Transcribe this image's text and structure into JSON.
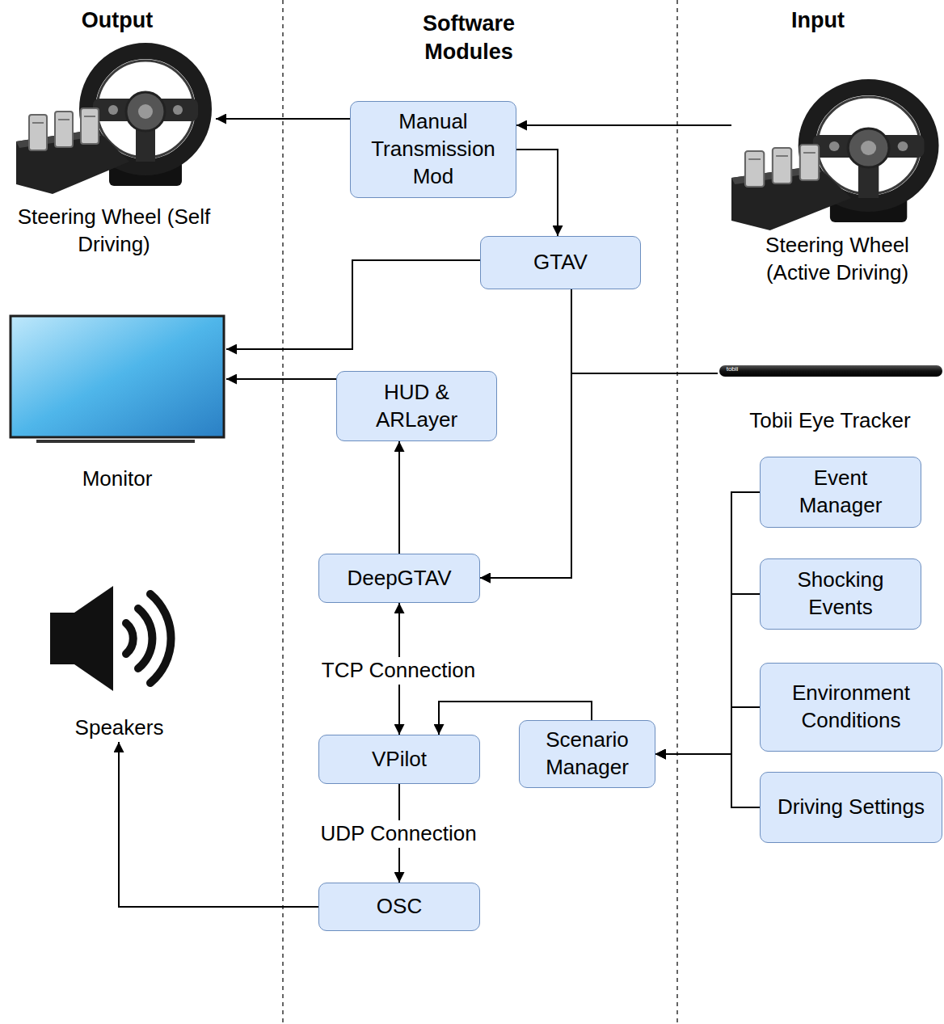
{
  "diagram": {
    "nodes": [
      {
        "text": [
          "Steering Wheel (Self Driving)"
        ]
      },
      {
        "text": [
          "Manual Transmission Mod"
        ]
      },
      {
        "text": [
          "Steering Wheel (Active Driving)"
        ]
      },
      {
        "text": [
          "GTAV"
        ]
      },
      {
        "text": [
          "Monitor"
        ]
      },
      {
        "text": [
          "HUD & ARLayer"
        ]
      },
      {
        "text": [
          "Tobii Eye Tracker"
        ]
      },
      {
        "text": [
          "Event Manager"
        ]
      },
      {
        "text": [
          "DeepGTAV"
        ]
      },
      {
        "text": [
          "Shocking Events"
        ]
      },
      {
        "text": [
          "Speakers"
        ]
      },
      {
        "text": [
          "VPilot"
        ]
      },
      {
        "text": [
          "Scenario Manager"
        ]
      },
      {
        "text": [
          "Environment Conditions"
        ]
      },
      {
        "text": [
          "Driving Settings"
        ]
      },
      {
        "text": [
          "OSC"
        ]
      }
    ],
    "edges": [
      {
        "from": 2,
        "to": 1,
        "arrow": "to"
      },
      {
        "from": 1,
        "to": 0,
        "arrow": "to"
      },
      {
        "from": 1,
        "to": 3,
        "arrow": "to"
      },
      {
        "from": 3,
        "to": 4,
        "arrow": "to"
      },
      {
        "from": 5,
        "to": 4,
        "arrow": "to"
      },
      {
        "from": 3,
        "to": 8,
        "arrow": "to"
      },
      {
        "from": 6,
        "to": 8,
        "arrow": "to"
      },
      {
        "from": 8,
        "to": 5,
        "arrow": "to"
      },
      {
        "from": 8,
        "to": 11,
        "label": "TCP Connection",
        "arrow": "both"
      },
      {
        "from": 12,
        "to": 11,
        "arrow": "to"
      },
      {
        "from": 11,
        "to": 15,
        "label": "UDP Connection",
        "arrow": "to"
      },
      {
        "from": 15,
        "to": 10,
        "arrow": "to"
      },
      {
        "from": 7,
        "to": 12,
        "arrow": "to"
      },
      {
        "from": 9,
        "to": 12,
        "arrow": "to"
      },
      {
        "from": 13,
        "to": 12,
        "arrow": "to"
      },
      {
        "from": 14,
        "to": 12,
        "arrow": "to"
      }
    ],
    "labels": [
      "Output",
      "Software Modules",
      "Input",
      "tobii"
    ]
  }
}
